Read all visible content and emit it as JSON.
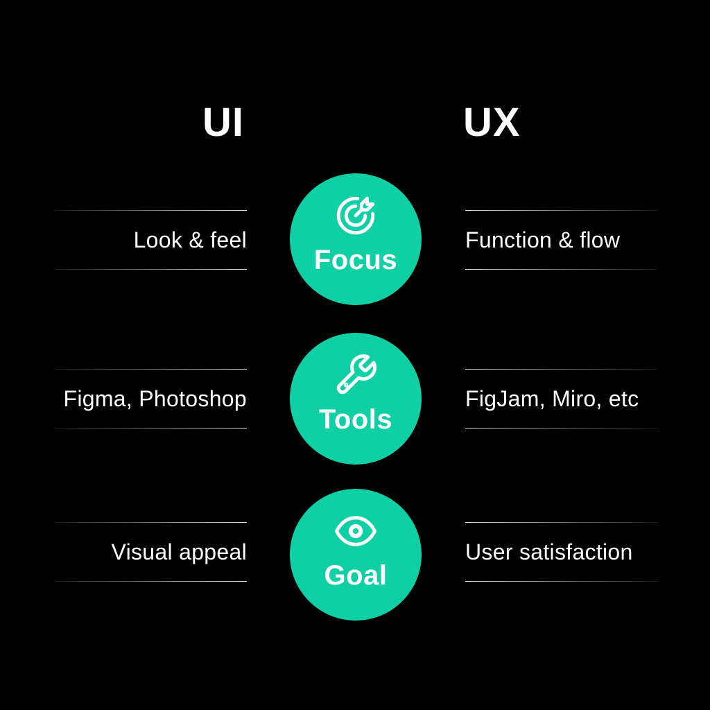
{
  "canvas": {
    "background": "#000000",
    "accent": "#0ED0A4",
    "text_color": "#FFFFFF"
  },
  "headers": {
    "left": "UI",
    "right": "UX"
  },
  "rows": [
    {
      "left": "Look & feel",
      "badge": "Focus",
      "icon": "target-arrow-icon",
      "right": "Function & flow"
    },
    {
      "left": "Figma, Photoshop",
      "badge": "Tools",
      "icon": "wrench-icon",
      "right": "FigJam, Miro, etc"
    },
    {
      "left": "Visual appeal",
      "badge": "Goal",
      "icon": "eye-icon",
      "right": "User satisfaction"
    }
  ]
}
